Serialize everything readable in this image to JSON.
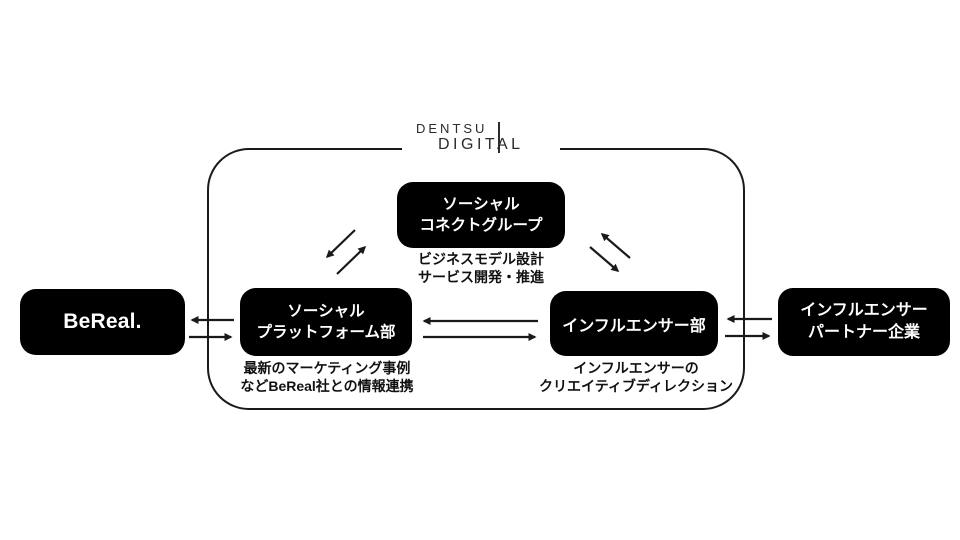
{
  "colors": {
    "background": "#ffffff",
    "box_bg": "#000000",
    "box_text": "#ffffff",
    "border_line": "#1a1a1a",
    "arrow": "#1a1a1a",
    "caption_text": "#111111",
    "logo_text": "#2b2b2b"
  },
  "logo": {
    "line1": "DENTSU",
    "line2": "DIGITAL"
  },
  "nodes": {
    "bereal": {
      "label": "BeReal."
    },
    "social_connect_group": {
      "label_line1": "ソーシャル",
      "label_line2": "コネクトグループ",
      "caption_line1": "ビジネスモデル設計",
      "caption_line2": "サービス開発・推進"
    },
    "social_platform_dept": {
      "label_line1": "ソーシャル",
      "label_line2": "プラットフォーム部",
      "caption_line1": "最新のマーケティング事例",
      "caption_line2": "などBeReal社との情報連携"
    },
    "influencer_dept": {
      "label": "インフルエンサー部",
      "caption_line1": "インフルエンサーの",
      "caption_line2": "クリエイティブディレクション"
    },
    "influencer_partner": {
      "label_line1": "インフルエンサー",
      "label_line2": "パートナー企業"
    }
  }
}
